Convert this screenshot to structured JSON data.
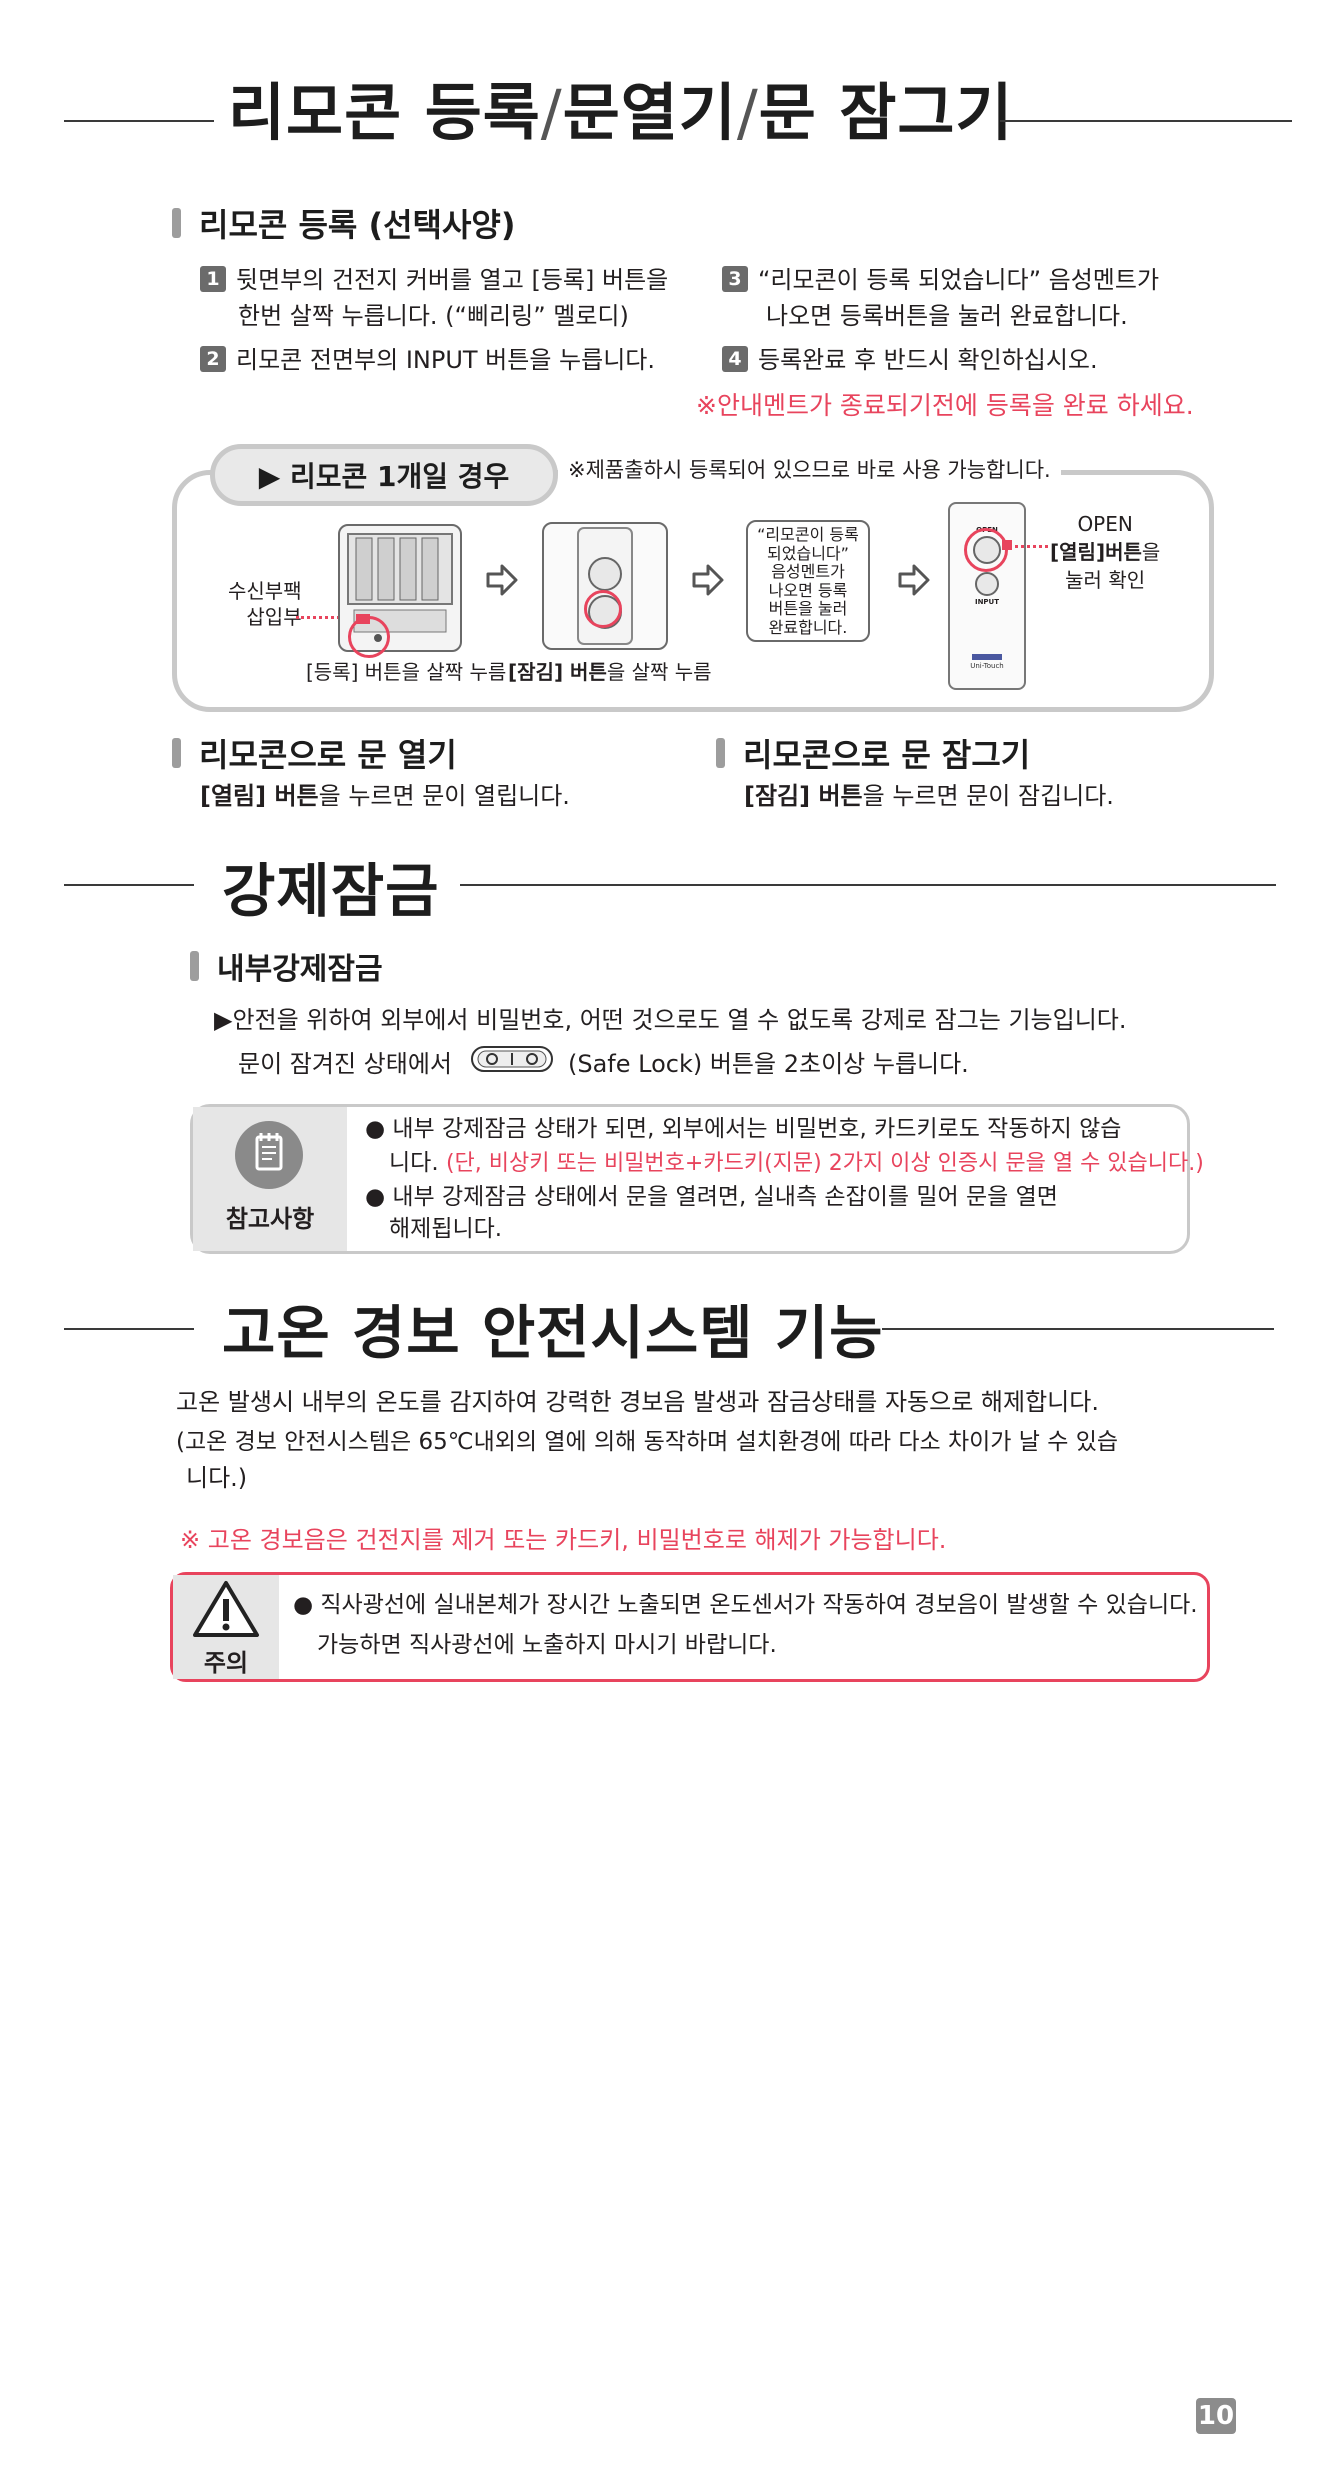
{
  "section1": {
    "title_part1": "리모콘 등록",
    "slash1": "/",
    "title_part2": "문열기",
    "slash2": "/",
    "title_part3": "문 잠그기"
  },
  "register": {
    "heading": "리모콘 등록 (선택사양)",
    "steps": [
      {
        "num": "1",
        "line1": "뒷면부의 건전지 커버를 열고 [등록] 버튼을",
        "line2": "한번 살짝 누릅니다. (“삐리링” 멜로디)"
      },
      {
        "num": "2",
        "line1": "리모콘 전면부의  INPUT 버튼을 누릅니다."
      },
      {
        "num": "3",
        "line1": "“리모콘이 등록 되었습니다”  음성멘트가",
        "line2": "나오면 등록버튼을 눌러 완료합니다."
      },
      {
        "num": "4",
        "line1": "등록완료 후 반드시 확인하십시오."
      }
    ],
    "warning": "※안내멘트가 종료되기전에 등록을 완료 하세요."
  },
  "diagram": {
    "pill_label": "▶ 리모콘 1개일 경우",
    "note": "※제품출하시 등록되어 있으므로 바로 사용 가능합니다.",
    "receiver_label_line1": "수신부팩",
    "receiver_label_line2": "삽입부",
    "caption1": "[등록] 버튼을 살짝 누름",
    "caption2_bold": "[잠김] 버튼",
    "caption2_rest": "을 살짝 누름",
    "speech_lines": [
      "“리모콘이 등록",
      "되었습니다”",
      "음성멘트가",
      "나오면 등록",
      "버튼을 눌러",
      "완료합니다."
    ],
    "open_label": "OPEN",
    "open_button_bold": "[열림]버튼",
    "open_button_rest": "을",
    "confirm_label": "눌러 확인",
    "remote_open_text": "OPEN",
    "remote_input_text": "INPUT",
    "brand_text": "Uni-Touch"
  },
  "open_door": {
    "heading": "리모콘으로 문 열기",
    "text_bold": "[열림] 버튼",
    "text_rest": "을 누르면 문이 열립니다."
  },
  "lock_door": {
    "heading": "리모콘으로 문 잠그기",
    "text_bold": "[잠김] 버튼",
    "text_rest": "을 누르면 문이 잠깁니다."
  },
  "section2": {
    "title": "강제잠금",
    "subheading": "내부강제잠금",
    "line1": "▶안전을 위하여 외부에서 비밀번호, 어떤 것으로도 열 수 없도록 강제로 잠그는 기능입니다.",
    "line2_pre": "문이  잠겨진  상태에서",
    "line2_post": "(Safe Lock) 버튼을  2초이상  누릅니다.",
    "note_label": "참고사항",
    "bullet1_line1": "● 내부 강제잠금 상태가 되면, 외부에서는 비밀번호, 카드키로도 작동하지 않습",
    "bullet1_line2_pre": "니다.",
    "bullet1_line2_red": "(단, 비상키 또는 비밀번호+카드키(지문) 2가지 이상 인증시 문을 열 수 있습니다.)",
    "bullet2_line1": "● 내부 강제잠금 상태에서 문을 열려면, 실내측  손잡이를  밀어  문을  열면",
    "bullet2_line2": "해제됩니다."
  },
  "section3": {
    "title": "고온  경보  안전시스템  기능",
    "para_line1": "고온 발생시 내부의 온도를 감지하여 강력한 경보음 발생과 잠금상태를 자동으로 해제합니다.",
    "para_line2": "(고온  경보  안전시스템은  65℃내외의  열에  의해  동작하며  설치환경에  따라  다소  차이가  날  수  있습",
    "para_line3": "니다.)",
    "red_note": "※  고온  경보음은  건전지를  제거  또는  카드키,  비밀번호로  해제가  가능합니다.",
    "caution_label": "주의",
    "caution_line1": "● 직사광선에 실내본체가 장시간 노출되면 온도센서가 작동하여 경보음이 발생할 수 있습니다.",
    "caution_line2": "가능하면 직사광선에 노출하지 마시기 바랍니다."
  },
  "page_number": "10",
  "colors": {
    "accent_red": "#e8445d",
    "gray_bar": "#9d9d9d",
    "box_border": "#c9c9c9"
  }
}
